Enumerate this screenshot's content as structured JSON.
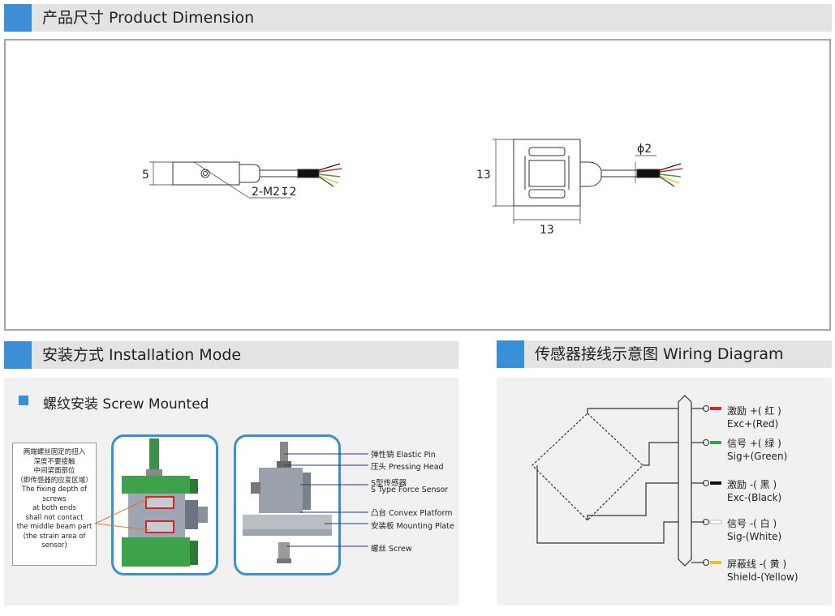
{
  "sections": {
    "dimension": {
      "title": "产品尺寸 Product Dimension"
    },
    "installation": {
      "title": "安装方式 Installation Mode"
    },
    "wiring": {
      "title": "传感器接线示意图  Wiring Diagram"
    }
  },
  "dimension": {
    "side_height": "5",
    "thread_callout": "2-M2↧2",
    "front_height": "13",
    "front_width": "13",
    "cable_dia": "ϕ2"
  },
  "installation": {
    "subtitle": "螺纹安装 Screw Mounted",
    "note_cn": [
      "两端螺丝固定的扭入",
      "深度不要接触",
      "中间梁面部位",
      "（即传感器的应变区域）"
    ],
    "note_en": [
      "The fixing depth of screws",
      "at both ends",
      "shall not contact",
      "the middle beam part",
      "(the strain area of sensor)"
    ],
    "labels": [
      "弹性销 Elastic Pin",
      "压头 Pressing Head",
      "S型传感器",
      "S Type Force Sensor",
      "凸台 Convex Platform",
      "安装板 Mounting Plate",
      "螺丝 Screw"
    ]
  },
  "wiring": {
    "wires": [
      {
        "cn": "激励 +(  红  )",
        "en": "Exc+(Red)",
        "color": "#d9291c"
      },
      {
        "cn": "信号 +(  绿  )",
        "en": "Sig+(Green)",
        "color": "#3aa13a"
      },
      {
        "cn": "激励 -(  黑  )",
        "en": "Exc-(Black)",
        "color": "#111111"
      },
      {
        "cn": "信号 -(  白  )",
        "en": "Sig-(White)",
        "color": "#ffffff"
      },
      {
        "cn": "屏蔽线 -(  黄  )",
        "en": "Shield-(Yellow)",
        "color": "#e6c229"
      }
    ]
  },
  "colors": {
    "accent": "#3b8fd6",
    "header_bg": "#e3e3e3",
    "panel_bg": "#f1f1f1",
    "callout": "#cc2a2a",
    "frame": "#3b8fd6"
  }
}
